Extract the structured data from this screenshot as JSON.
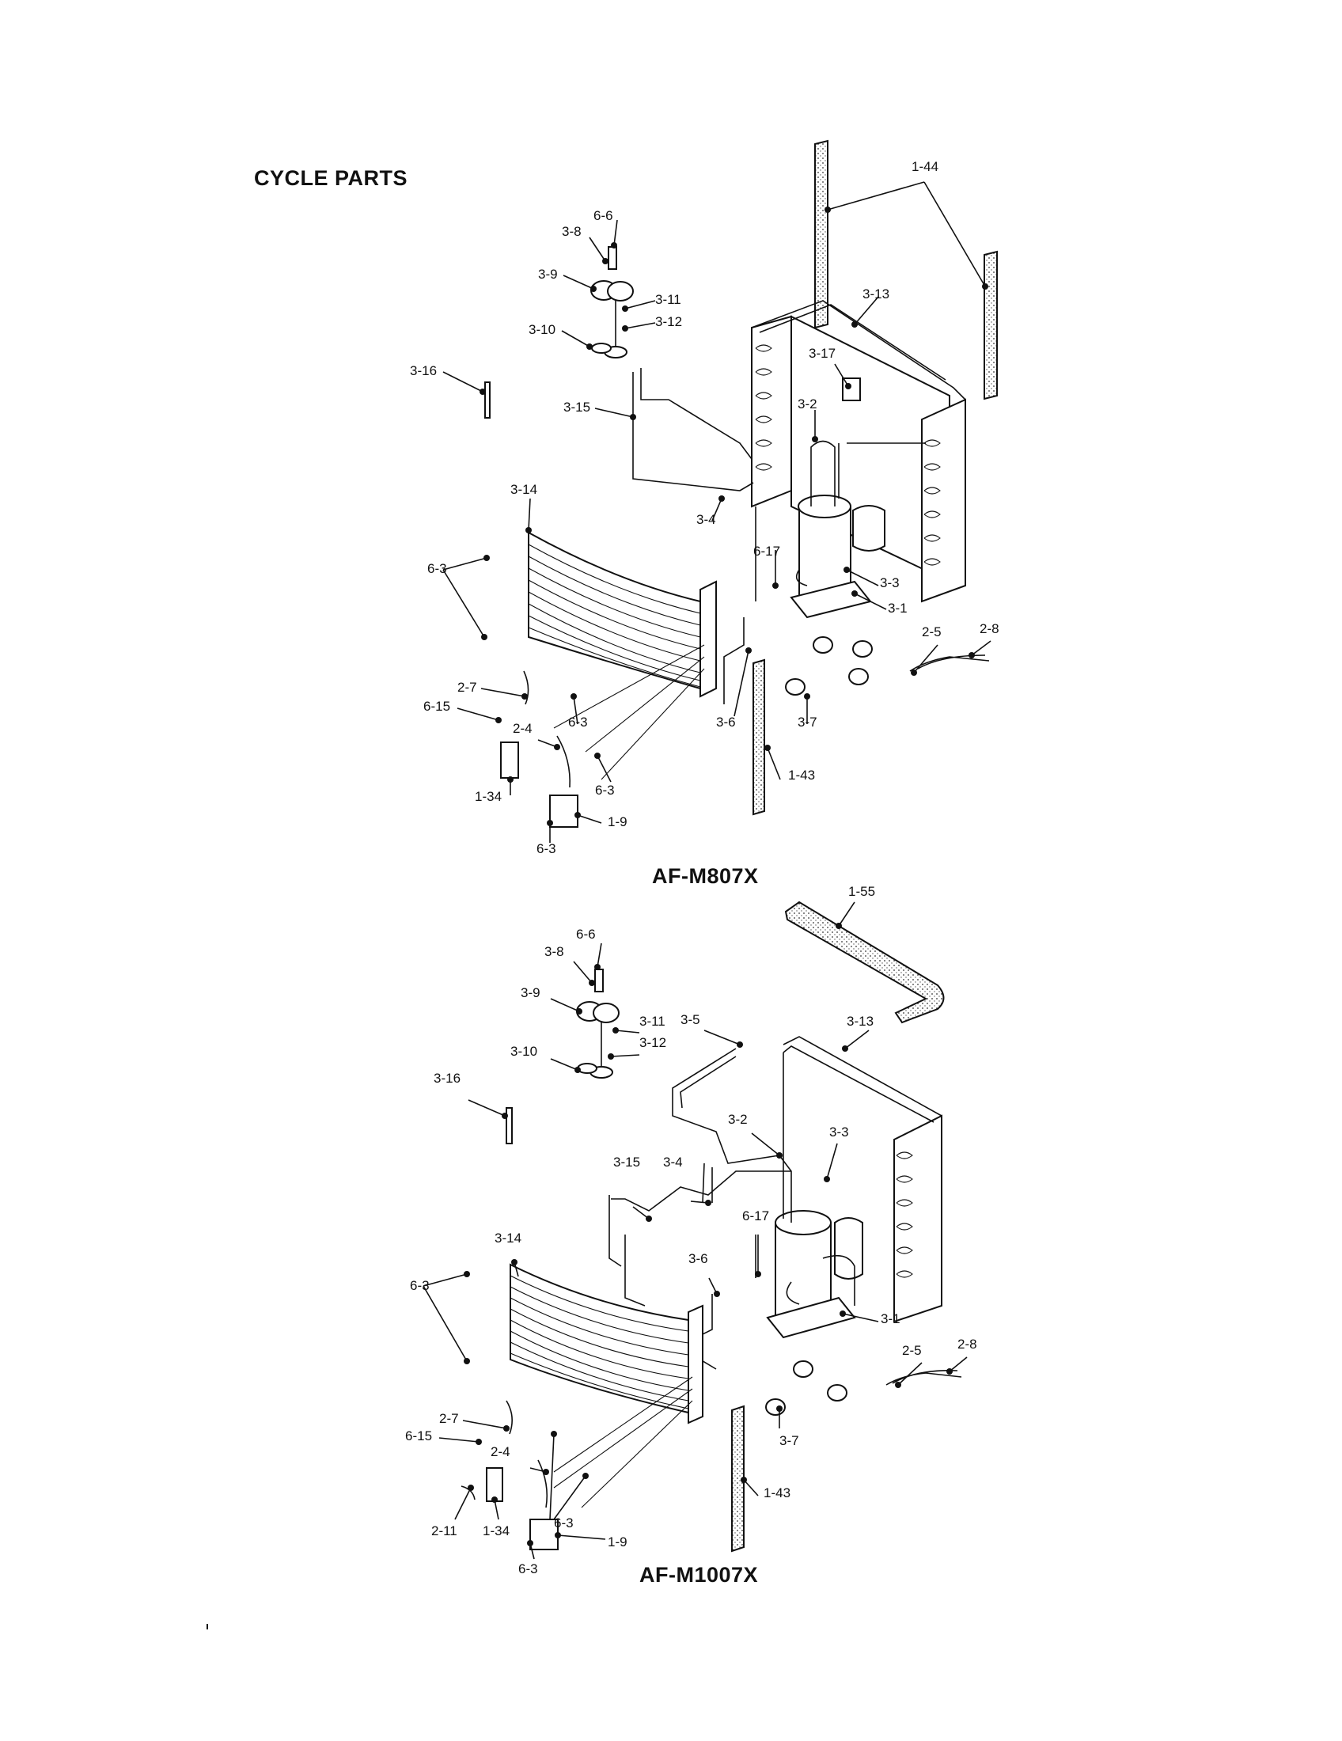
{
  "page": {
    "title": "CYCLE PARTS",
    "models": [
      "AF-M807X",
      "AF-M1007X"
    ]
  },
  "top_diagram": {
    "model": "AF-M807X",
    "callouts": [
      "1-44",
      "3-13",
      "6-6",
      "3-8",
      "3-9",
      "3-11",
      "3-12",
      "3-10",
      "3-17",
      "3-16",
      "3-15",
      "3-2",
      "3-4",
      "3-14",
      "6-3",
      "6-17",
      "3-3",
      "3-1",
      "2-5",
      "2-8",
      "2-7",
      "6-15",
      "6-3",
      "3-6",
      "3-7",
      "2-4",
      "6-3",
      "1-43",
      "1-34",
      "1-9",
      "6-3"
    ]
  },
  "bottom_diagram": {
    "model": "AF-M1007X",
    "callouts": [
      "1-55",
      "6-6",
      "3-8",
      "3-9",
      "3-11",
      "3-5",
      "3-13",
      "3-10",
      "3-12",
      "3-16",
      "3-2",
      "3-3",
      "3-15",
      "3-4",
      "6-17",
      "3-14",
      "3-6",
      "6-3",
      "3-1",
      "2-5",
      "2-8",
      "2-7",
      "6-15",
      "3-7",
      "2-4",
      "1-43",
      "6-3",
      "2-11",
      "1-34",
      "1-9",
      "6-3"
    ]
  }
}
